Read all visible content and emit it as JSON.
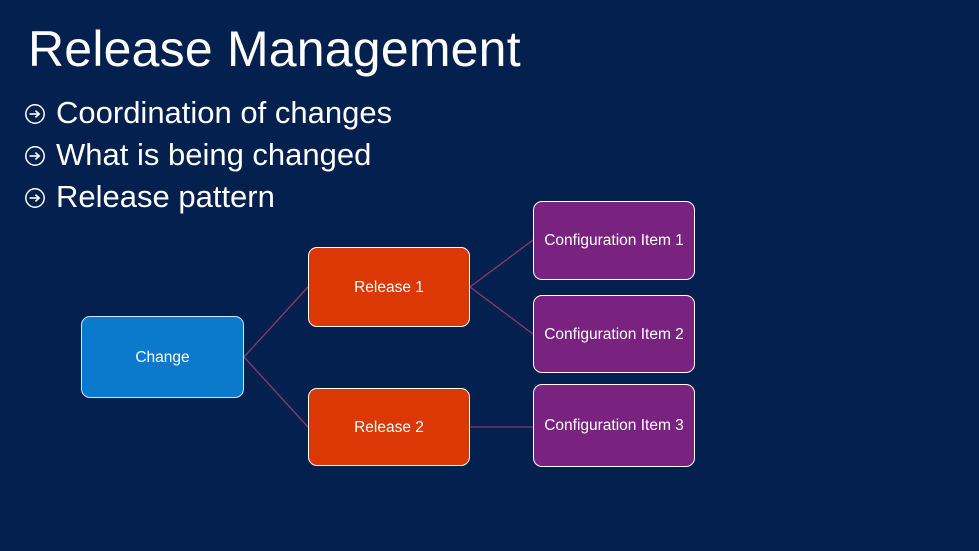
{
  "slide": {
    "background_color": "#04204e",
    "title": "Release Management",
    "bullets": [
      {
        "icon": "circled-arrow-bullet-icon",
        "text": "Coordination of changes"
      },
      {
        "icon": "circled-arrow-bullet-icon",
        "text": "What is being changed"
      },
      {
        "icon": "circled-arrow-bullet-icon",
        "text": "Release pattern"
      }
    ],
    "diagram": {
      "connector_color": "#8b3a6e",
      "nodes": [
        {
          "id": "change",
          "label": "Change",
          "color": "#0b79cc",
          "border": "#cfe6f6"
        },
        {
          "id": "release1",
          "label": "Release 1",
          "color": "#dc3805",
          "border": "#ffffff"
        },
        {
          "id": "release2",
          "label": "Release 2",
          "color": "#dc3805",
          "border": "#ffffff"
        },
        {
          "id": "config1",
          "label": "Configuration Item 1",
          "color": "#7a2280",
          "border": "#ffffff"
        },
        {
          "id": "config2",
          "label": "Configuration Item 2",
          "color": "#7a2280",
          "border": "#ffffff"
        },
        {
          "id": "config3",
          "label": "Configuration Item 3",
          "color": "#7a2280",
          "border": "#ffffff"
        }
      ],
      "edges": [
        {
          "from": "change",
          "to": "release1"
        },
        {
          "from": "change",
          "to": "release2"
        },
        {
          "from": "release1",
          "to": "config1"
        },
        {
          "from": "release1",
          "to": "config2"
        },
        {
          "from": "release2",
          "to": "config3"
        }
      ]
    }
  }
}
